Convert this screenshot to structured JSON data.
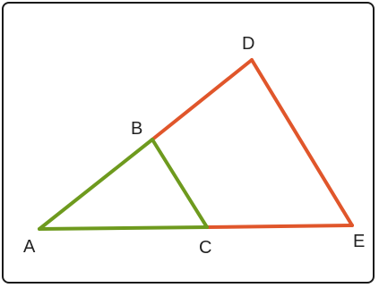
{
  "figure": {
    "colors": {
      "small_triangle": "#6e9a1e",
      "large_triangle": "#e0562b",
      "border": "#1a1a1a",
      "label": "#222222"
    },
    "vertices": {
      "A": "A",
      "B": "B",
      "C": "C",
      "D": "D",
      "E": "E"
    }
  }
}
